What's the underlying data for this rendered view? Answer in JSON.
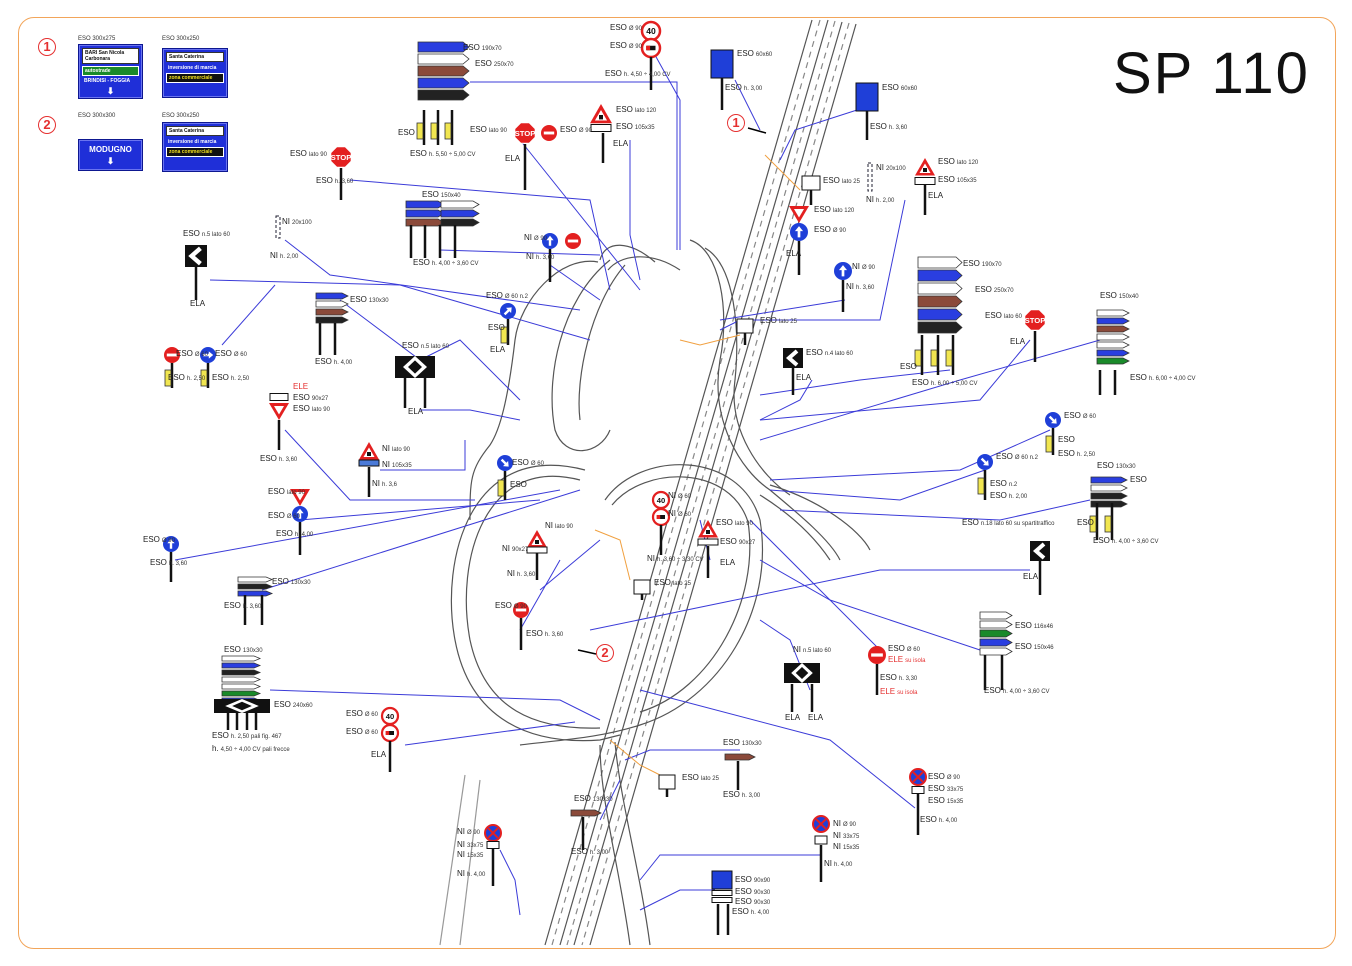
{
  "title": "SP 110",
  "markers": [
    "1",
    "2"
  ],
  "legend": {
    "row1": {
      "marker": "1",
      "left_caption": "ESO 300x275",
      "left_sign": {
        "city": "BARI",
        "place": "San Nicola Carbonara",
        "green": "autostrade",
        "bottom": "BRINDISI - FOGGIA"
      },
      "right_caption": "ESO 300x250",
      "right_sign": {
        "place": "Santa Caterina",
        "line2": "inversione di marcia",
        "line3": "zona commerciale"
      }
    },
    "row2": {
      "marker": "2",
      "left_caption": "ESO 300x300",
      "left_sign": {
        "place": "MODUGNO"
      },
      "right_caption": "ESO 300x250",
      "right_sign": {
        "place": "Santa Caterina",
        "line2": "inversione di marcia",
        "line3": "zona commerciale"
      }
    }
  },
  "sign_text": {
    "speed_limit": "40",
    "stop": "STOP"
  },
  "labels": [
    "ESO 190x70",
    "ESO 250x70",
    "ESO",
    "ESO h. 5,50 ÷ 5,00 CV",
    "ESO Ø 90",
    "ESO Ø 90",
    "ESO h. 4,50 ÷ 4,00 CV",
    "ESO 60x60",
    "ESO h. 3,00",
    "ESO lato 120",
    "ESO 105x35",
    "ELA",
    "ESO lato 90",
    "ESO Ø 90",
    "ELA",
    "ESO 60x60",
    "ESO h. 3,60",
    "ESO lato 90",
    "ESO h. 3,60",
    "ESO lato 120",
    "ESO 105x35",
    "ELA",
    "NI 20x100",
    "NI h. 2,00",
    "ESO lato 25",
    "ESO lato 120",
    "ESO Ø 90",
    "ELA",
    "ESO 150x40",
    "ESO h. 4,00 ÷ 3,60 CV",
    "NI 20x100",
    "NI h. 2,00",
    "ESO n.5 lato 60",
    "ELA",
    "NI Ø 90",
    "NI h. 3,60",
    "NI Ø 90",
    "NI h. 3,60",
    "ESO 190x70",
    "ESO 250x70",
    "ESO",
    "ESO h. 6,00 ÷ 5,00 CV",
    "ESO lato 60",
    "ELA",
    "ESO 150x40",
    "ESO h. 6,00 ÷ 4,00 CV",
    "ESO 130x30",
    "ESO h. 4,00",
    "ESO Ø 60 n.2",
    "ESO",
    "ELA",
    "ESO lato 25",
    "ESO n.5 lato 60",
    "ELA",
    "ESO n.4 lato 60",
    "ELA",
    "ESO Ø 60",
    "ESO Ø 60",
    "ESO h. 2,50",
    "ESO h. 2,50",
    "ELE",
    "ESO 90x27",
    "ESO lato 90",
    "ESO h. 3,60",
    "NI lato 90",
    "NI 105x35",
    "NI h. 3,6",
    "ESO Ø 60",
    "ESO",
    "ESO h. 2,50",
    "ESO Ø 60 n.2",
    "ESO n.2",
    "ESO h. 2,00",
    "ESO Ø 60",
    "ESO",
    "ESO 130x30",
    "ESO",
    "ESO",
    "ESO h. 4,00 ÷ 3,60 CV",
    "NI Ø 60",
    "NI Ø 60",
    "NI h. 3,60 ÷ 3,30 CV",
    "ESO lato 90",
    "ESO Ø 60",
    "ESO h. 4,00",
    "NI lato 90",
    "NI 90x27",
    "NI h. 3,60",
    "ESO lato 90",
    "ESO 90x27",
    "ELA",
    "ESO n.18 lato 60 su spartitraffico",
    "ELA",
    "ESO Ø 90",
    "ESO h. 3,60",
    "ESO 130x30",
    "ESO h. 3,60",
    "ESO lato 25",
    "ESO Ø 90",
    "ESO h. 3,60",
    "ESO 116x46",
    "ESO 150x46",
    "ESO h. 4,00 ÷ 3,60 CV",
    "NI n.5 lato 60",
    "ELA",
    "ELA",
    "ESO Ø 60",
    "ELE su isola",
    "ESO h. 3,30",
    "ELE su isola",
    "ESO 130x30",
    "ESO 240x60",
    "ESO h. 2,50 pali fig. 467",
    "h. 4,50 ÷ 4,00 CV pali frecce",
    "ESO Ø 60",
    "ESO Ø 60",
    "ELA",
    "ESO 130x30",
    "ESO h. 3,00",
    "ESO lato 25",
    "ESO Ø 90",
    "ESO 33x75",
    "ESO 15x35",
    "ESO h. 4,00",
    "ESO 130x30",
    "ESO h. 3,00",
    "NI Ø 90",
    "NI 33x75",
    "NI 15x35",
    "NI h. 4,00",
    "NI Ø 90",
    "NI 33x75",
    "NI 15x35",
    "NI h. 4,00",
    "ESO 90x90",
    "ESO 90x30",
    "ESO 90x30",
    "ESO h. 4,00"
  ],
  "colors": {
    "leader": "#3b3bd8",
    "frame": "#f2a55a",
    "sign_red": "#e32020",
    "sign_blue": "#1f3fd8",
    "marker": "#e53030"
  }
}
